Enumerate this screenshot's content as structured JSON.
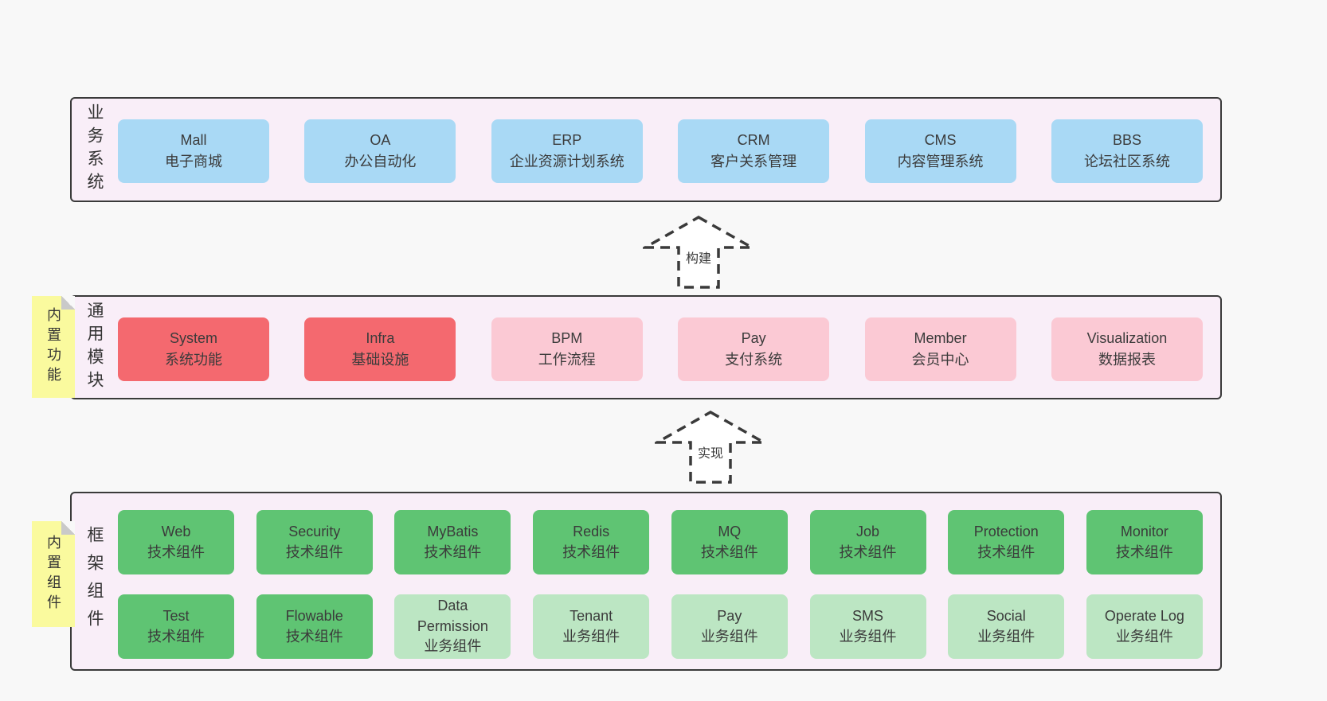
{
  "palette": {
    "page_bg": "#f8f8f8",
    "panel_bg": "#f9eef8",
    "panel_border": "#3a3a3a",
    "business_box": "#a9d9f5",
    "core_module_box": "#f4696f",
    "module_box": "#fbc9d4",
    "tech_component_box": "#5fc473",
    "biz_component_box": "#bce6c3",
    "sticky_note": "#fafa9e",
    "sticky_fold": "#c9c9c9",
    "text": "#3b3b3b",
    "arrow_stroke": "#3a3a3a"
  },
  "arrows": [
    {
      "label": "构建"
    },
    {
      "label": "实现"
    }
  ],
  "sections": {
    "business": {
      "side_label": "业务系统",
      "boxes": [
        {
          "en": "Mall",
          "zh": "电子商城"
        },
        {
          "en": "OA",
          "zh": "办公自动化"
        },
        {
          "en": "ERP",
          "zh": "企业资源计划系统"
        },
        {
          "en": "CRM",
          "zh": "客户关系管理"
        },
        {
          "en": "CMS",
          "zh": "内容管理系统"
        },
        {
          "en": "BBS",
          "zh": "论坛社区系统"
        }
      ]
    },
    "modules": {
      "sticky_label": "内置功能",
      "side_label": "通用模块",
      "boxes": [
        {
          "en": "System",
          "zh": "系统功能"
        },
        {
          "en": "Infra",
          "zh": "基础设施"
        },
        {
          "en": "BPM",
          "zh": "工作流程"
        },
        {
          "en": "Pay",
          "zh": "支付系统"
        },
        {
          "en": "Member",
          "zh": "会员中心"
        },
        {
          "en": "Visualization",
          "zh": "数据报表"
        }
      ]
    },
    "components": {
      "sticky_label": "内置组件",
      "side_label": "框架组件",
      "row1": [
        {
          "en": "Web",
          "zh": "技术组件"
        },
        {
          "en": "Security",
          "zh": "技术组件"
        },
        {
          "en": "MyBatis",
          "zh": "技术组件"
        },
        {
          "en": "Redis",
          "zh": "技术组件"
        },
        {
          "en": "MQ",
          "zh": "技术组件"
        },
        {
          "en": "Job",
          "zh": "技术组件"
        },
        {
          "en": "Protection",
          "zh": "技术组件"
        },
        {
          "en": "Monitor",
          "zh": "技术组件"
        }
      ],
      "row2": [
        {
          "en": "Test",
          "zh": "技术组件"
        },
        {
          "en": "Flowable",
          "zh": "技术组件"
        },
        {
          "en": "Data Permission",
          "zh": "业务组件"
        },
        {
          "en": "Tenant",
          "zh": "业务组件"
        },
        {
          "en": "Pay",
          "zh": "业务组件"
        },
        {
          "en": "SMS",
          "zh": "业务组件"
        },
        {
          "en": "Social",
          "zh": "业务组件"
        },
        {
          "en": "Operate Log",
          "zh": "业务组件"
        }
      ]
    }
  }
}
